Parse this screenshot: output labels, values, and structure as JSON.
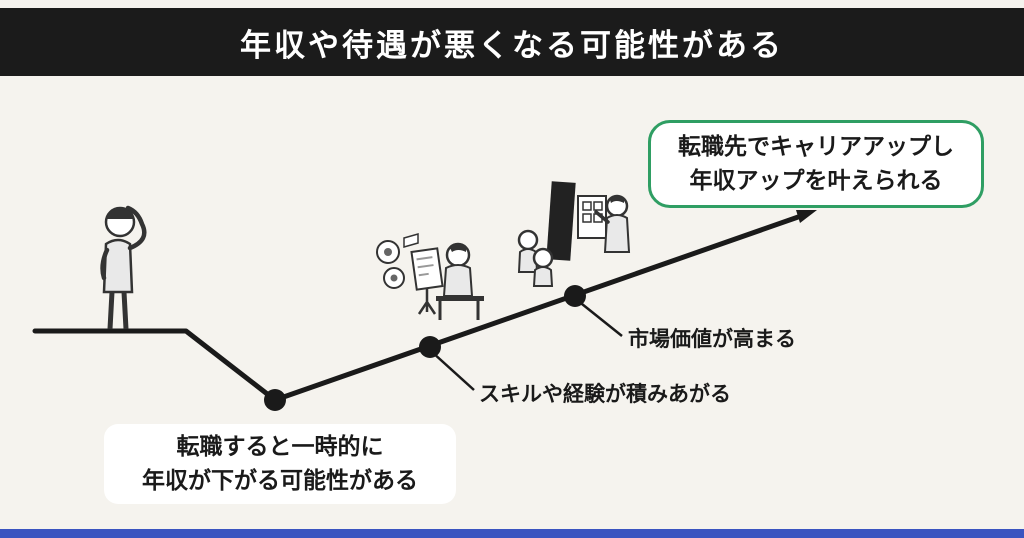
{
  "header": {
    "title": "年収や待遇が悪くなる可能性がある"
  },
  "goal_box": {
    "line1": "転職先でキャリアアップし",
    "line2": "年収アップを叶えられる"
  },
  "dip_box": {
    "line1": "転職すると一時的に",
    "line2": "年収が下がる可能性がある"
  },
  "labels": {
    "skills": "スキルや経験が積みあがる",
    "market": "市場価値が高まる"
  },
  "icons": {
    "person_thinking": "person-scratching-head-illustration",
    "desk_work": "people-working-at-desk-illustration",
    "presentation": "presentation-meeting-illustration",
    "arrow": "upward-trend-arrow"
  },
  "colors": {
    "background": "#f5f3ee",
    "header_bg": "#1b1b1b",
    "header_text": "#ffffff",
    "line": "#1a1a1a",
    "text": "#1a1a1a",
    "box_bg": "#ffffff",
    "goal_border": "#2f9e63",
    "footer": "#3a54c0"
  }
}
